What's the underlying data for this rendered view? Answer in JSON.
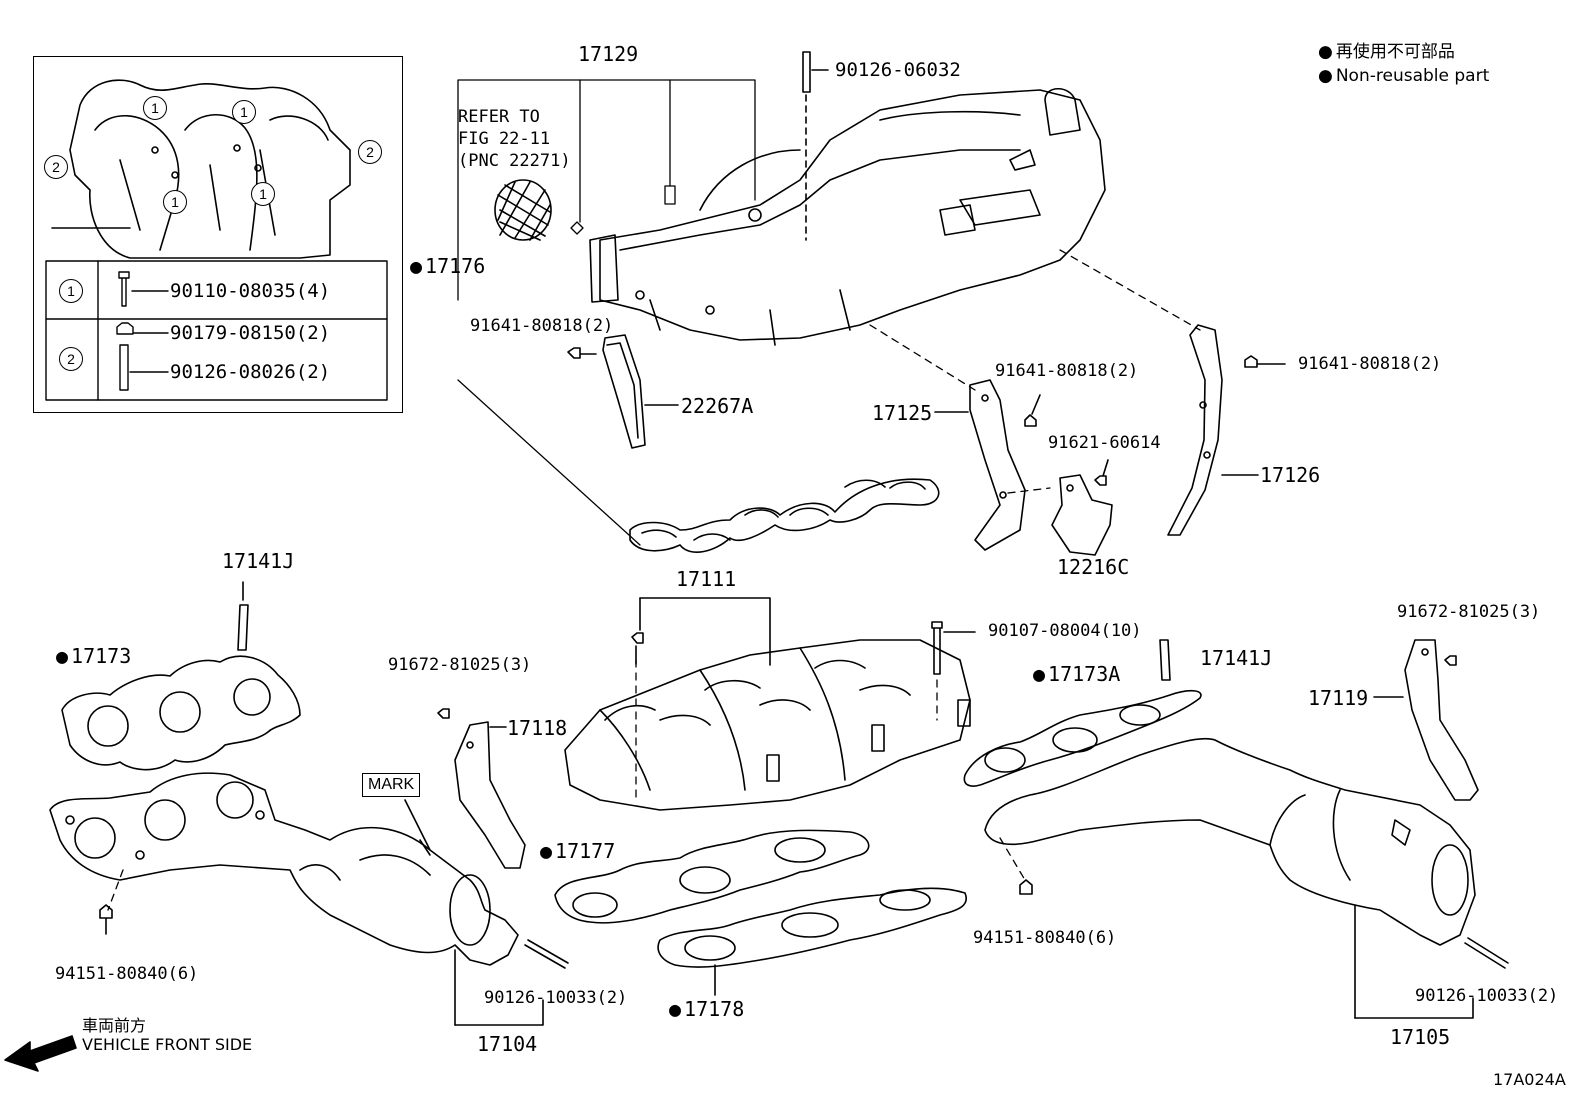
{
  "legend": {
    "jp": "再使用不可部品",
    "en": "Non-reusable part"
  },
  "refer": "REFER TO\nFIG 22-11\n(PNC 22271)",
  "mark": "MARK",
  "front": {
    "jp": "車両前方",
    "en": "VEHICLE FRONT SIDE"
  },
  "fig_code": "17A024A",
  "inset": {
    "row1": {
      "num": "1",
      "part": "90110-08035(4)"
    },
    "row2": {
      "num": "2",
      "part_a": "90179-08150(2)",
      "part_b": "90126-08026(2)"
    },
    "callout": [
      "1",
      "1",
      "2",
      "2",
      "1",
      "1"
    ]
  },
  "labels": {
    "p17129": "17129",
    "p90126_06032": "90126-06032",
    "p17176": "17176",
    "p91641_a": "91641-80818(2)",
    "p22267A": "22267A",
    "p91641_b": "91641-80818(2)",
    "p91641_c": "91641-80818(2)",
    "p17125": "17125",
    "p91621": "91621-60614",
    "p17126": "17126",
    "p12216C": "12216C",
    "p17141J_a": "17141J",
    "p17173": "17173",
    "p91672_a": "91672-81025(3)",
    "p17118": "17118",
    "p17111": "17111",
    "p90107": "90107-08004(10)",
    "p17141J_b": "17141J",
    "p17173A": "17173A",
    "p91672_b": "91672-81025(3)",
    "p17119": "17119",
    "p17177": "17177",
    "p94151_a": "94151-80840(6)",
    "p94151_b": "94151-80840(6)",
    "p90126_a": "90126-10033(2)",
    "p90126_b": "90126-10033(2)",
    "p17178": "17178",
    "p17104": "17104",
    "p17105": "17105"
  }
}
